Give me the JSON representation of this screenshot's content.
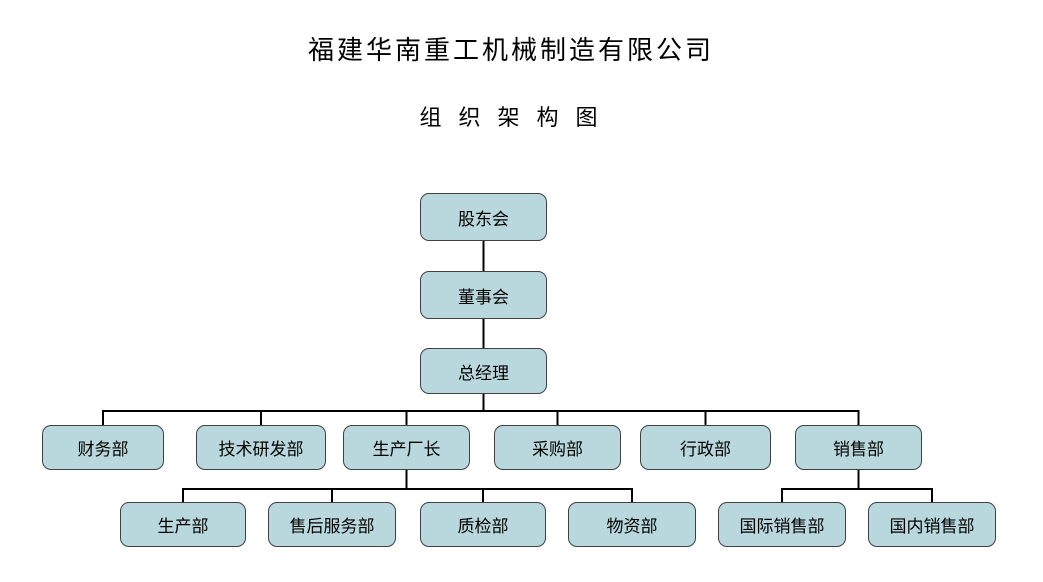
{
  "title": "福建华南重工机械制造有限公司",
  "subtitle": "组 织 架 构 图",
  "colors": {
    "box_fill": "#b9d8dd",
    "box_border": "#404040",
    "connector": "#000000"
  },
  "nodes": {
    "shareholders": "股东会",
    "board": "董事会",
    "general_manager": "总经理",
    "finance": "财务部",
    "tech_rnd": "技术研发部",
    "production_director": "生产厂长",
    "purchasing": "采购部",
    "admin": "行政部",
    "sales": "销售部",
    "production": "生产部",
    "after_sales": "售后服务部",
    "quality": "质检部",
    "materials": "物资部",
    "intl_sales": "国际销售部",
    "domestic_sales": "国内销售部"
  },
  "hierarchy": [
    {
      "parent": "股东会",
      "children": [
        "董事会"
      ]
    },
    {
      "parent": "董事会",
      "children": [
        "总经理"
      ]
    },
    {
      "parent": "总经理",
      "children": [
        "财务部",
        "技术研发部",
        "生产厂长",
        "采购部",
        "行政部",
        "销售部"
      ]
    },
    {
      "parent": "生产厂长",
      "children": [
        "生产部",
        "售后服务部",
        "质检部",
        "物资部"
      ]
    },
    {
      "parent": "销售部",
      "children": [
        "国际销售部",
        "国内销售部"
      ]
    }
  ]
}
